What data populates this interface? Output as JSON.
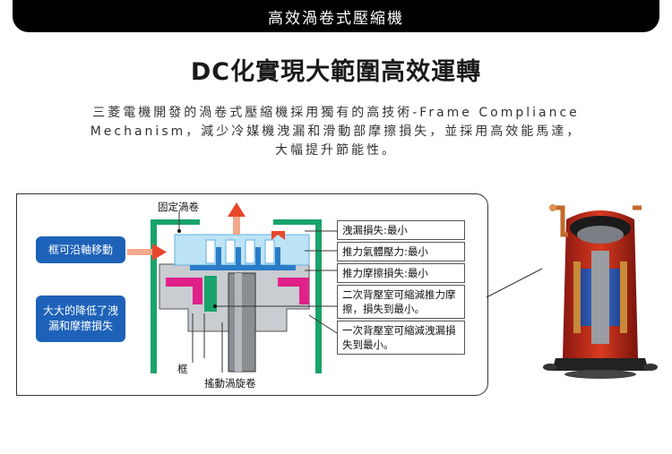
{
  "banner": {
    "title": "高效渦卷式壓縮機"
  },
  "headline": "DC化實現大範圍高效運轉",
  "description": {
    "line1": "三菱電機開發的渦卷式壓縮機採用獨有的高技術-Frame Compliance",
    "line2": "Mechanism，減少冷媒機洩漏和滑動部摩擦損失，並採用高效能馬達，",
    "line3": "大幅提升節能性。"
  },
  "diagram": {
    "tag_move": "框可沿軸移動",
    "tag_reduce": "大大的降低了洩漏和摩擦損失",
    "label_fixed_scroll": "固定渦卷",
    "label_frame": "框",
    "label_orbiting_scroll": "搖動渦旋卷",
    "callouts": [
      "洩漏損失:最小",
      "推力氣體壓力:最小",
      "推力摩擦損失:最小",
      "二次背壓室可縮減推力摩擦，損失到最小。",
      "一次背壓室可縮減洩漏損失到最小。"
    ]
  },
  "colors": {
    "banner_bg": "#000000",
    "tag_blue": "#1d62b8",
    "arrow_red": "#e8472c",
    "frame_green": "#1aa36b",
    "seal_magenta": "#e0218a",
    "fixed_scroll_blue": "#5fb0e0"
  }
}
